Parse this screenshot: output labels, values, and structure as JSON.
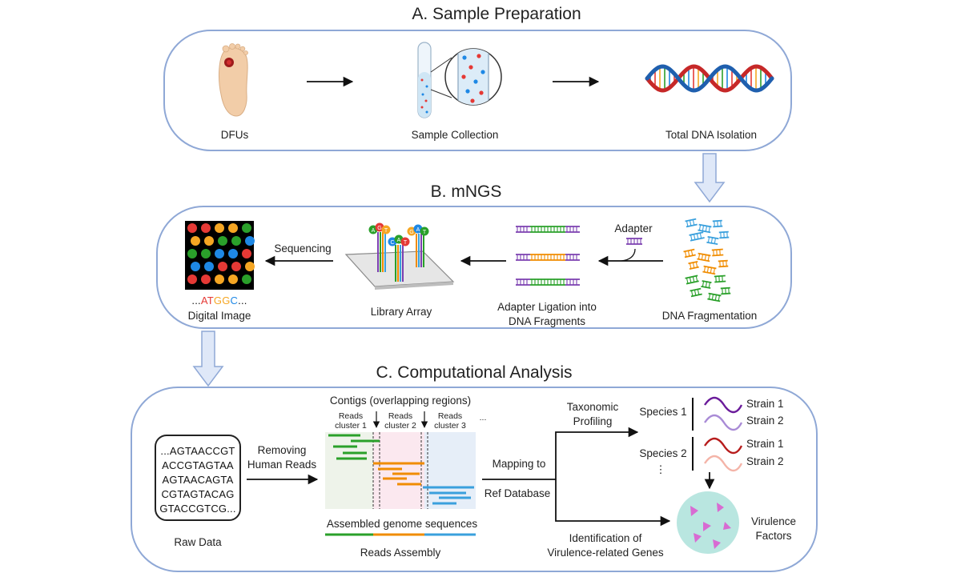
{
  "sections": {
    "a": {
      "title": "A. Sample Preparation",
      "labels": {
        "dfus": "DFUs",
        "sample_collection": "Sample Collection",
        "total_dna": "Total DNA Isolation"
      }
    },
    "b": {
      "title": "B. mNGS",
      "labels": {
        "digital_image": "Digital Image",
        "sequencing": "Sequencing",
        "library_array": "Library Array",
        "adapter_ligation_1": "Adapter Ligation into",
        "adapter_ligation_2": "DNA Fragments",
        "adapter": "Adapter",
        "dna_fragmentation": "DNA Fragmentation"
      },
      "sequence_read": {
        "prefix": "...",
        "letters": [
          {
            "char": "A",
            "color": "#e53935"
          },
          {
            "char": "T",
            "color": "#e53935"
          },
          {
            "char": "G",
            "color": "#f5a623"
          },
          {
            "char": "G",
            "color": "#f5a623"
          },
          {
            "char": "C",
            "color": "#1e88e5"
          }
        ],
        "suffix": "..."
      },
      "library_letters": [
        "A",
        "G",
        "T",
        "C",
        "A",
        "T",
        "G",
        "A",
        "T"
      ]
    },
    "c": {
      "title": "C. Computational Analysis",
      "raw_data_lines": [
        "...AGTAACCGT",
        "ACCGTAGTAA",
        "AGTAACAGTA",
        "CGTAGTACAG",
        "GTACCGTCG..."
      ],
      "labels": {
        "raw_data": "Raw Data",
        "removing_1": "Removing",
        "removing_2": "Human Reads",
        "contigs": "Contigs (overlapping regions)",
        "reads": "Reads",
        "cluster_1": "cluster 1",
        "cluster_2": "cluster 2",
        "cluster_3": "cluster 3",
        "ellipsis": "...",
        "assembled": "Assembled genome sequences",
        "reads_assembly": "Reads Assembly",
        "mapping_1": "Mapping to",
        "mapping_2": "Ref Database",
        "taxonomic_1": "Taxonomic",
        "taxonomic_2": "Profiling",
        "species_1": "Species 1",
        "species_2": "Species 2",
        "species_more": "⋮",
        "strain_1": "Strain 1",
        "strain_2": "Strain 2",
        "identification_1": "Identification of",
        "identification_2": "Virulence-related Genes",
        "virulence_1": "Virulence",
        "virulence_2": "Factors"
      }
    }
  },
  "colors": {
    "panel_border": "#8fa8d6",
    "block_arrow_fill": "#dfe8f8",
    "green": "#2aa02a",
    "orange": "#f08c00",
    "blue": "#3aa0dd",
    "purple": "#7b3fb0",
    "dna_red": "#c62828",
    "dna_blue": "#1f5fae",
    "virulence_circle": "#b9e6e0",
    "virulence_triangle": "#d86bd2"
  }
}
